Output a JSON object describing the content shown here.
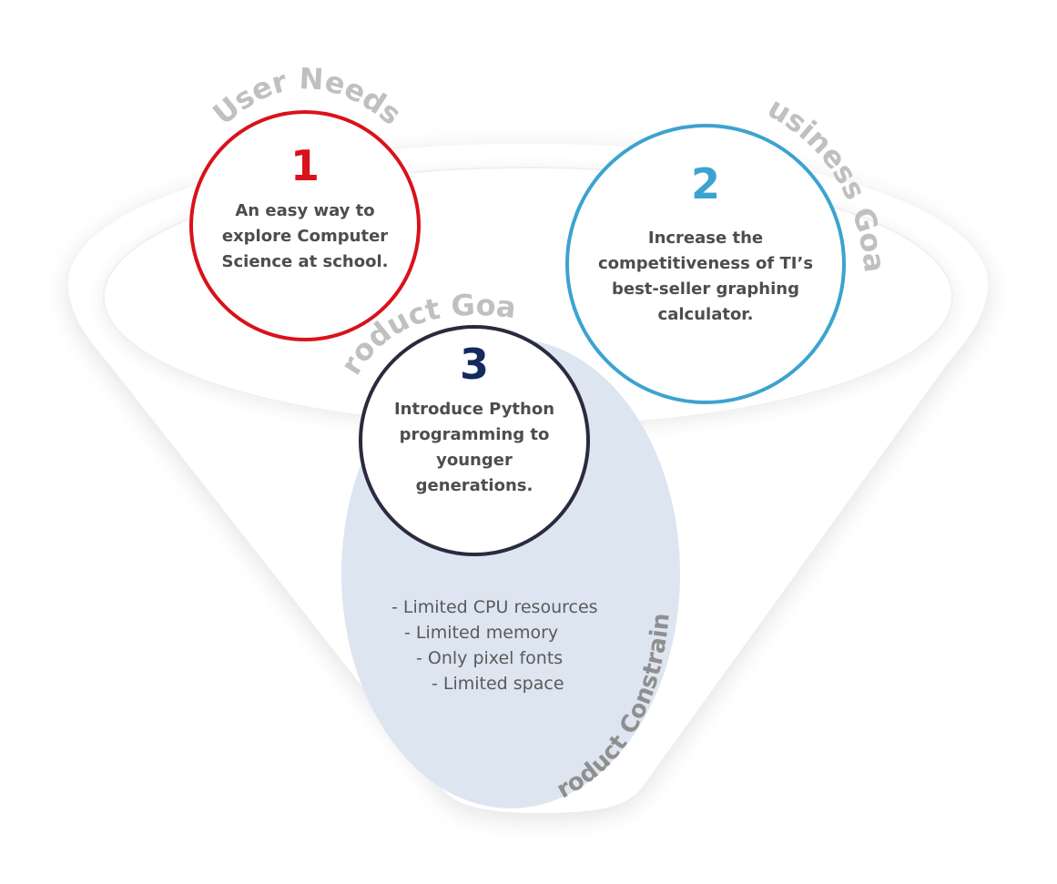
{
  "funnel": {
    "labels": {
      "user_needs": "User Needs",
      "business_goals": "Business Goals",
      "product_goals": "Product Goals",
      "product_constraints": "Product Constraints"
    }
  },
  "steps": [
    {
      "number": "1",
      "color": "#d9121b",
      "lines": [
        "An easy way to",
        "explore Computer",
        "Science at school."
      ]
    },
    {
      "number": "2",
      "color": "#3ba3d0",
      "lines": [
        "Increase the",
        "competitiveness of TI’s",
        "best-seller graphing",
        "calculator."
      ]
    },
    {
      "number": "3",
      "color": "#122a5e",
      "lines": [
        "Introduce Python",
        "programming to",
        "younger",
        "generations."
      ]
    }
  ],
  "constraints": {
    "items": [
      "- Limited CPU resources",
      "- Limited memory",
      "- Only pixel fonts",
      "- Limited space"
    ]
  },
  "colors": {
    "constraints_fill": "#dde5f1",
    "label_gray": "#c0c0c0",
    "text_dark": "#4d4d4d",
    "step3_border": "#2a2a40"
  }
}
